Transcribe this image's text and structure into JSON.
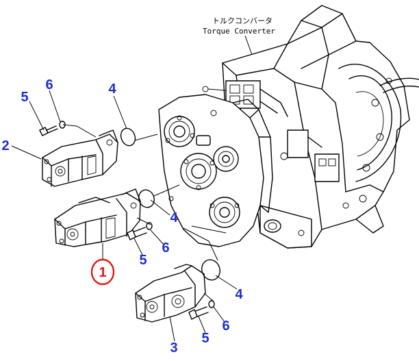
{
  "title": {
    "japanese": "トルクコンバータ",
    "english": "Torque Converter"
  },
  "callouts": {
    "c1": "1",
    "c2": "2",
    "c3": "3",
    "c4a": "4",
    "c4b": "4",
    "c4c": "4",
    "c5a": "5",
    "c5b": "5",
    "c5c": "5",
    "c6a": "6",
    "c6b": "6",
    "c6c": "6"
  },
  "colors": {
    "callout": "#1a2fc8",
    "highlight": "#e01818",
    "line": "#000000"
  }
}
